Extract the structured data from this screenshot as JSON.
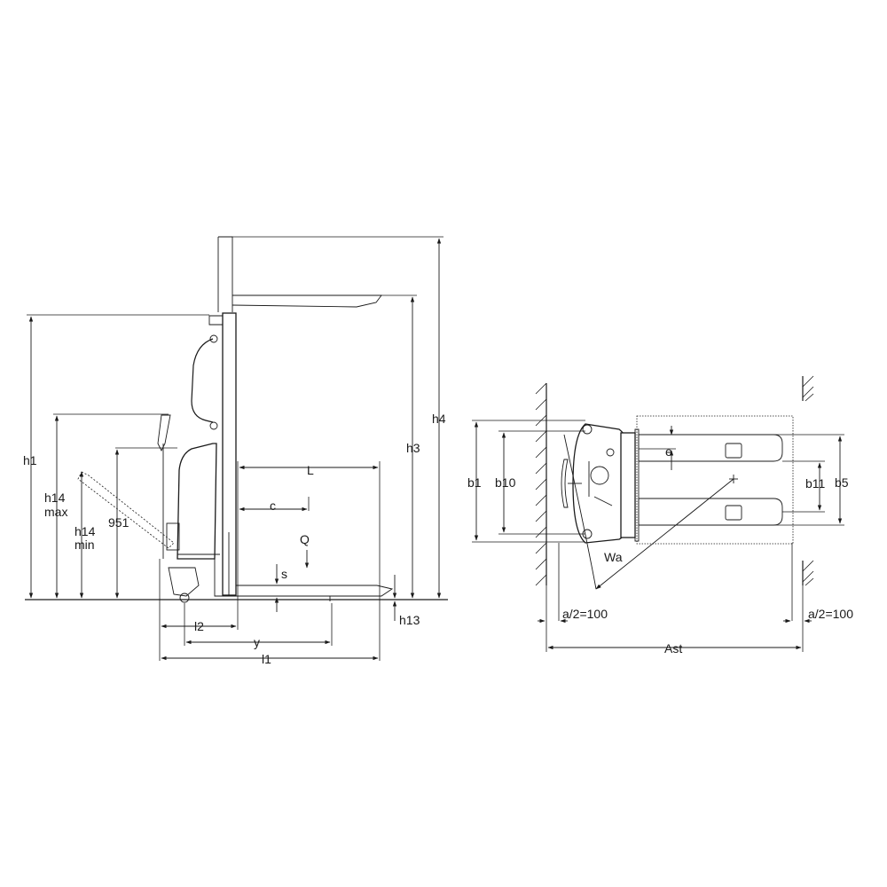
{
  "labels": {
    "h1": "h1",
    "h4": "h4",
    "h3": "h3",
    "h14_max_top": "h14",
    "h14_max_bottom": "max",
    "h14_min_top": "h14",
    "h14_min_bottom": "min",
    "val_951": "951",
    "L": "L",
    "c": "c",
    "Q": "Q",
    "s": "s",
    "h13": "h13",
    "l2": "l2",
    "y": "y",
    "l1": "l1",
    "b1": "b1",
    "b10": "b10",
    "e": "e",
    "b11": "b11",
    "b5": "b5",
    "Wa": "Wa",
    "a_half_left": "a/2=100",
    "a_half_right": "a/2=100",
    "Ast": "Ast"
  },
  "colors": {
    "line": "#1a1a1a",
    "background": "#ffffff"
  }
}
